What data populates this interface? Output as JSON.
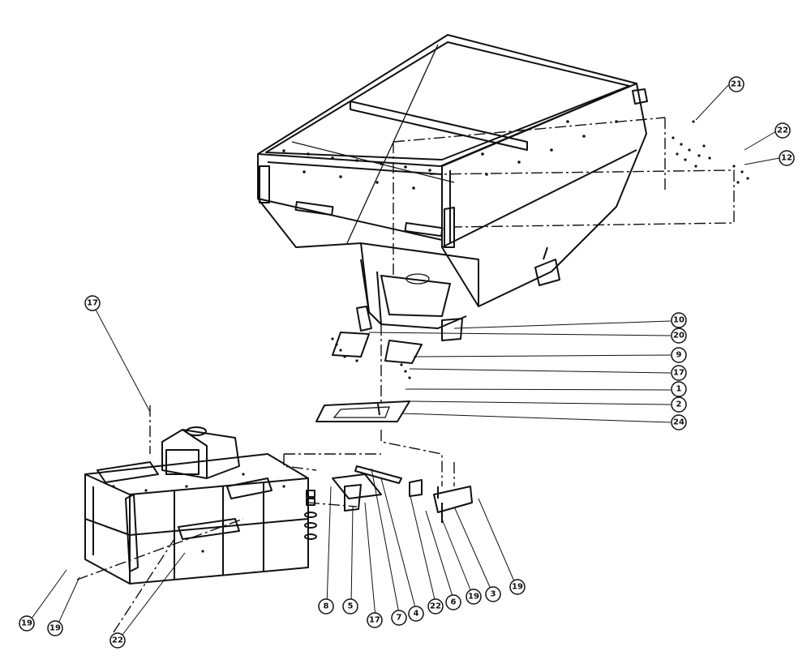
{
  "callouts": [
    {
      "id": "c21a",
      "label": "21"
    },
    {
      "id": "c22a",
      "label": "22"
    },
    {
      "id": "c12",
      "label": "12"
    },
    {
      "id": "c17a",
      "label": "17"
    },
    {
      "id": "c10",
      "label": "10"
    },
    {
      "id": "c20",
      "label": "20"
    },
    {
      "id": "c9",
      "label": "9"
    },
    {
      "id": "c17b",
      "label": "17"
    },
    {
      "id": "c1",
      "label": "1"
    },
    {
      "id": "c2",
      "label": "2"
    },
    {
      "id": "c24",
      "label": "24"
    },
    {
      "id": "c19a",
      "label": "19"
    },
    {
      "id": "c19b",
      "label": "19"
    },
    {
      "id": "c22b",
      "label": "22"
    },
    {
      "id": "c8",
      "label": "8"
    },
    {
      "id": "c5",
      "label": "5"
    },
    {
      "id": "c17c",
      "label": "17"
    },
    {
      "id": "c7",
      "label": "7"
    },
    {
      "id": "c4",
      "label": "4"
    },
    {
      "id": "c22c",
      "label": "22"
    },
    {
      "id": "c6",
      "label": "6"
    },
    {
      "id": "c19c",
      "label": "19"
    },
    {
      "id": "c3",
      "label": "3"
    },
    {
      "id": "c19d",
      "label": "19"
    }
  ]
}
